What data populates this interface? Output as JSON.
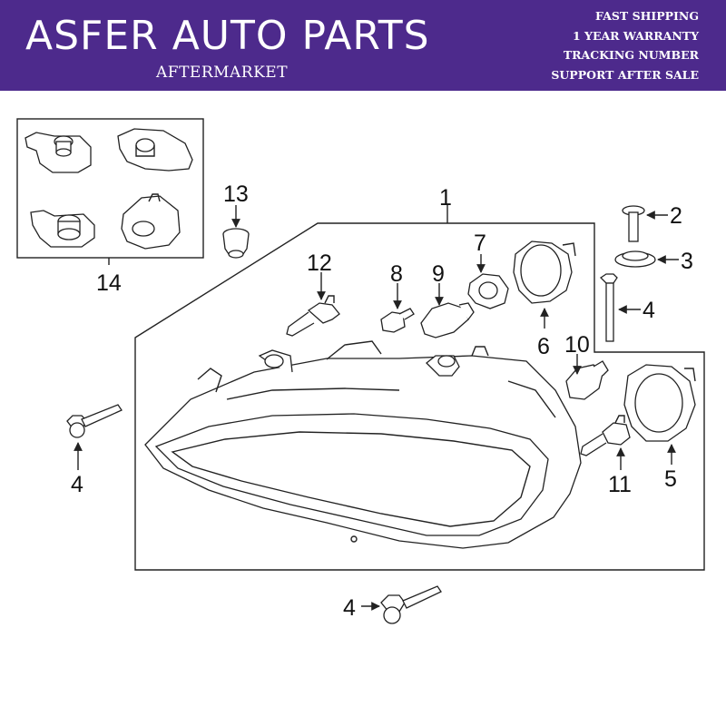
{
  "header": {
    "brand": "ASFER AUTO PARTS",
    "subtitle": "AFTERMARKET",
    "features": [
      "FAST SHIPPING",
      "1 YEAR WARRANTY",
      "TRACKING NUMBER",
      "SUPPORT AFTER SALE"
    ]
  },
  "colors": {
    "banner": "#4d2a8c",
    "text": "#ffffff",
    "line": "#222222"
  },
  "callouts": {
    "c1": "1",
    "c2": "2",
    "c3": "3",
    "c4a": "4",
    "c4b": "4",
    "c4c": "4",
    "c5": "5",
    "c6": "6",
    "c7": "7",
    "c8": "8",
    "c9": "9",
    "c10": "10",
    "c11": "11",
    "c12": "12",
    "c13": "13",
    "c14": "14"
  }
}
